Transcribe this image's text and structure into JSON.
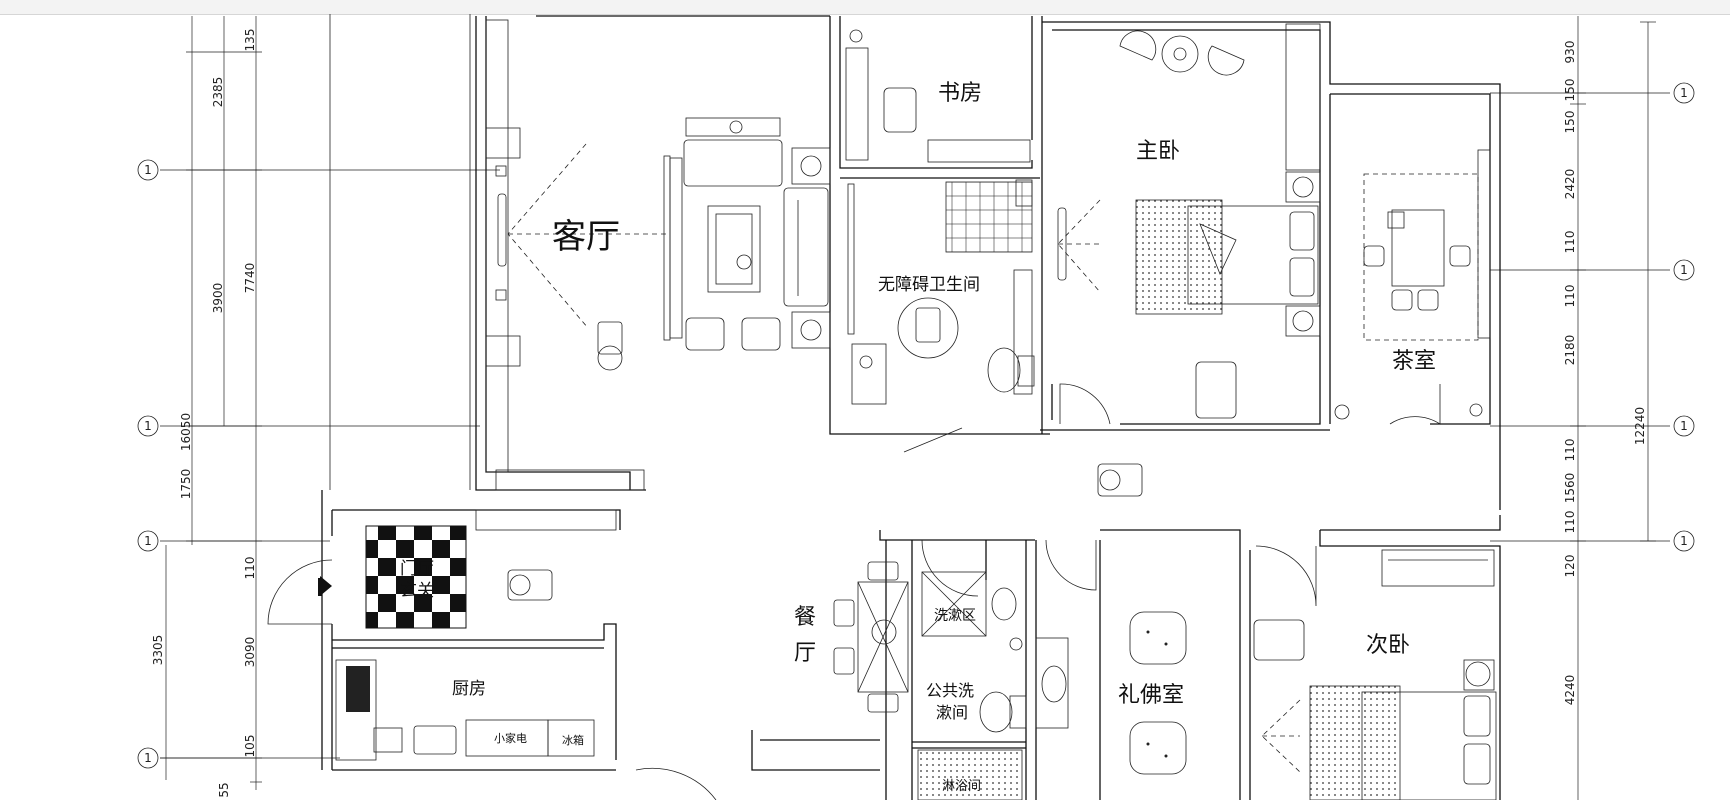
{
  "rooms": {
    "living_room": "客厅",
    "study": "书房",
    "master_bedroom": "主卧",
    "tea_room": "茶室",
    "accessible_bathroom": "无障碍卫生间",
    "foyer_line1": "门厅",
    "foyer_line2": "玄关",
    "kitchen": "厨房",
    "dining_line1": "餐",
    "dining_line2": "厅",
    "wash_area": "洗漱区",
    "public_bath_line1": "公共洗",
    "public_bath_line2": "漱间",
    "shower_room": "淋浴间",
    "prayer_room": "礼佛室",
    "second_bedroom": "次卧",
    "small_appliance": "小家电",
    "fridge": "冰箱"
  },
  "axis_label": "1",
  "dimensions": {
    "left": [
      "135",
      "2385",
      "3900",
      "7740",
      "16050",
      "1750",
      "110",
      "3090",
      "3305",
      "105",
      "55"
    ],
    "right": [
      "930",
      "150",
      "150",
      "2420",
      "110",
      "110",
      "2180",
      "12240",
      "110",
      "1560",
      "110",
      "120",
      "4240"
    ]
  },
  "colors": {
    "line": "#111111",
    "background": "#ffffff",
    "toolbar": "#f3f3f3"
  }
}
